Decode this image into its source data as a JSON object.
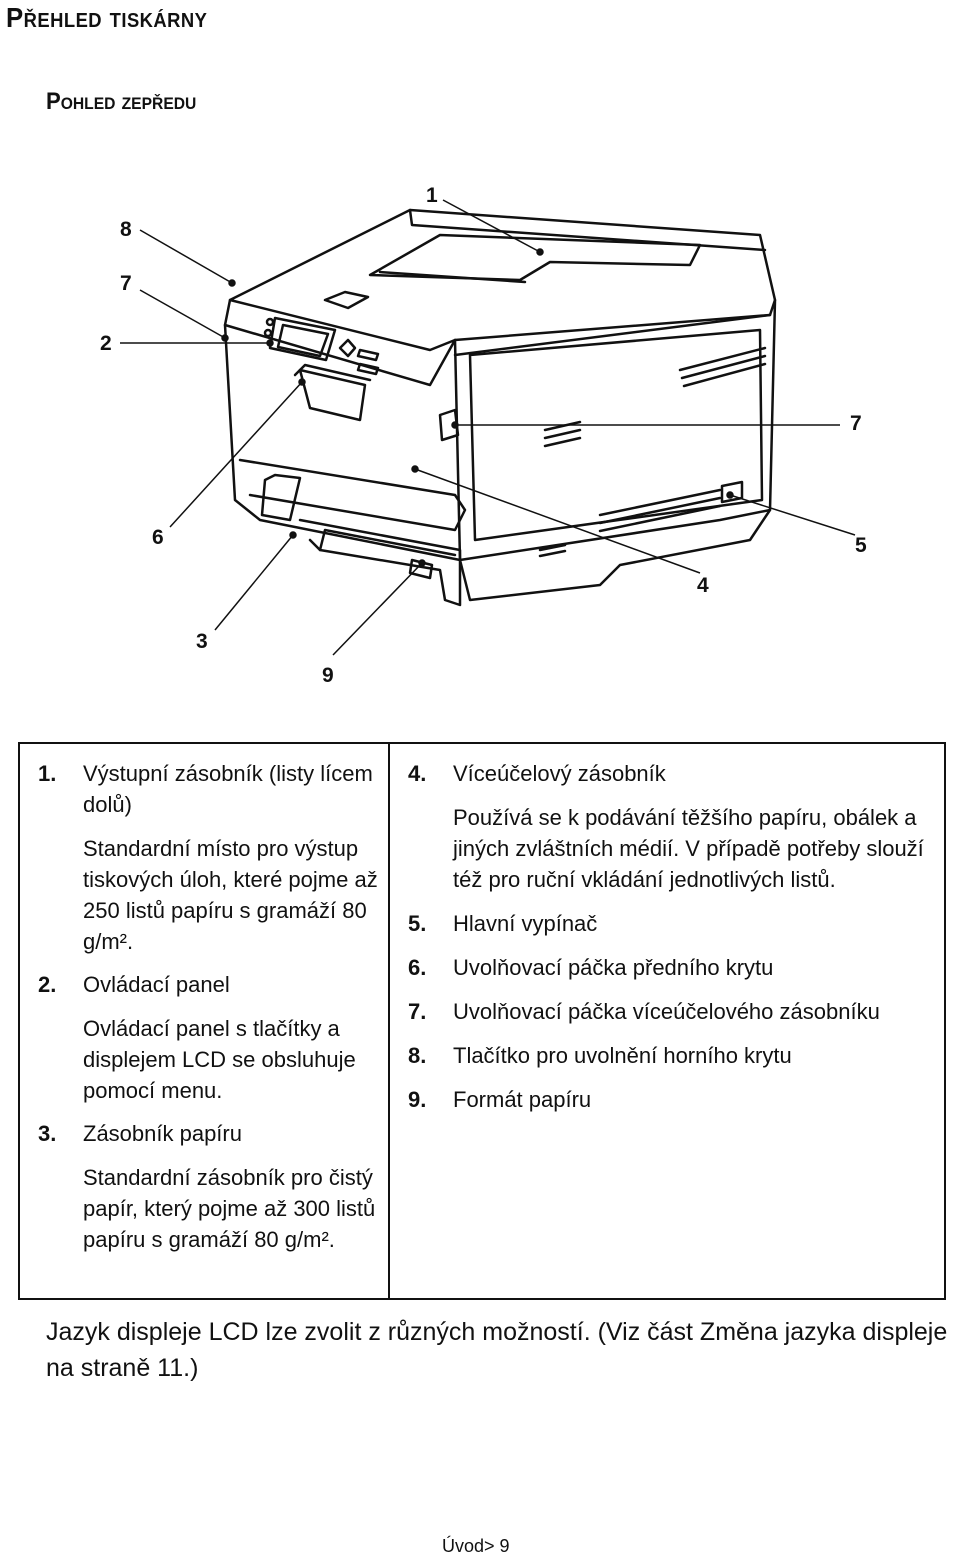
{
  "heading": "Přehled tiskárny",
  "subheading": "Pohled zepředu",
  "figure": {
    "callouts": [
      "1",
      "8",
      "7",
      "2",
      "7",
      "6",
      "5",
      "4",
      "3",
      "9"
    ]
  },
  "items_left": [
    {
      "num": "1.",
      "label": "Výstupní zásobník (listy lícem dolů)",
      "desc": "Standardní místo pro výstup tiskových úloh, které pojme až 250 listů papíru s gramáží 80 g/m²."
    },
    {
      "num": "2.",
      "label": "Ovládací panel",
      "desc": "Ovládací panel s tlačítky a displejem LCD se obsluhuje pomocí menu."
    },
    {
      "num": "3.",
      "label": "Zásobník papíru",
      "desc": "Standardní zásobník pro čistý papír, který pojme až 300 listů papíru s gramáží 80 g/m²."
    }
  ],
  "items_right": [
    {
      "num": "4.",
      "label": "Víceúčelový zásobník",
      "desc": "Používá se k podávání těžšího papíru, obálek a jiných zvláštních médií. V případě potřeby slouží též pro ruční vkládání jednotlivých listů."
    },
    {
      "num": "5.",
      "label": "Hlavní vypínač"
    },
    {
      "num": "6.",
      "label": "Uvolňovací páčka předního krytu"
    },
    {
      "num": "7.",
      "label": "Uvolňovací páčka víceúčelového zásobníku"
    },
    {
      "num": "8.",
      "label": "Tlačítko pro uvolnění horního krytu"
    },
    {
      "num": "9.",
      "label": "Formát papíru"
    }
  ],
  "note": "Jazyk displeje LCD lze zvolit z různých možností. (Viz část Změna jazyka displeje na straně 11.)",
  "footer": "Úvod> 9"
}
